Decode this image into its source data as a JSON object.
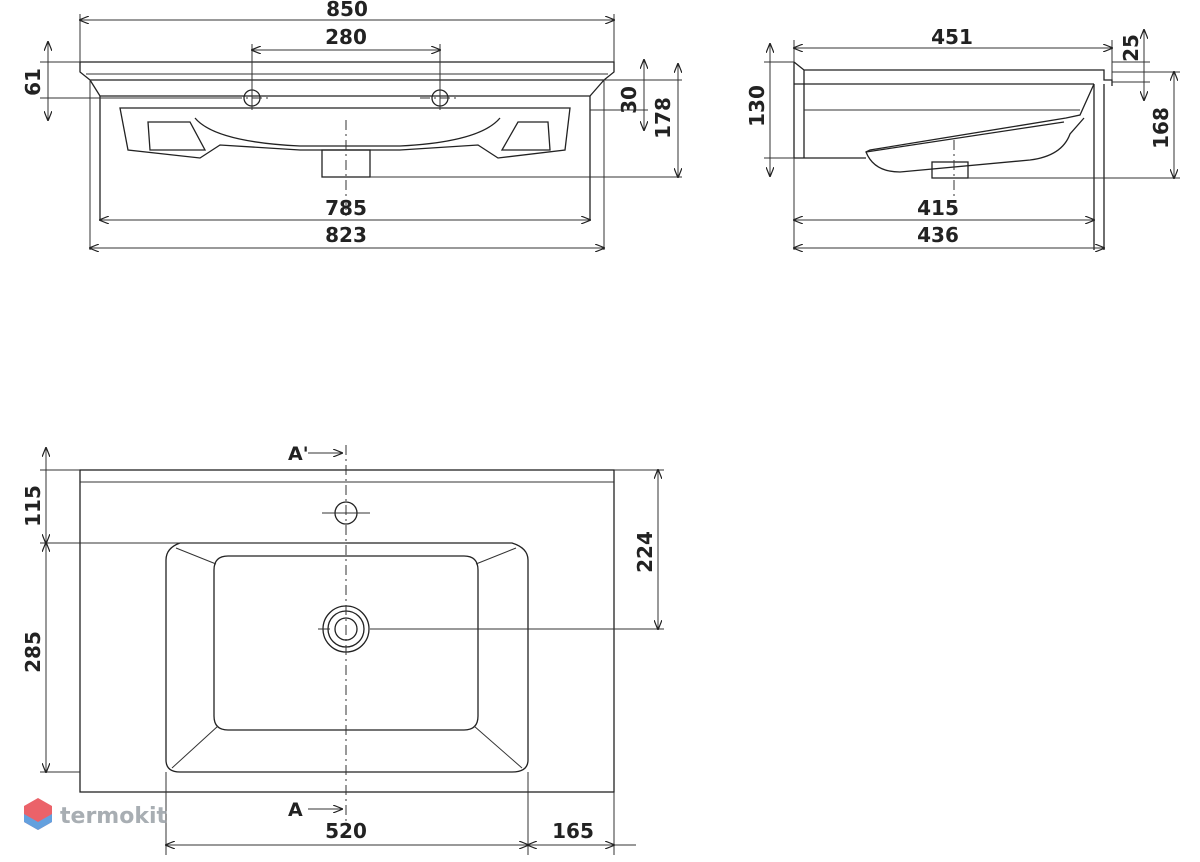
{
  "front_view": {
    "overall_width": "850",
    "tap_spacing": "280",
    "top_thickness": "61",
    "bowl_depth": "30",
    "total_height": "178",
    "inner_width": "785",
    "body_width": "823"
  },
  "side_view": {
    "top_depth": "451",
    "lip": "25",
    "height_left": "130",
    "height_right": "168",
    "bottom_depth": "415",
    "base_depth": "436"
  },
  "plan_view": {
    "section_top": "A'",
    "section_bottom": "A",
    "tap_offset": "115",
    "drain_offset": "224",
    "depth": "285",
    "bowl_width": "520",
    "side_width": "165"
  },
  "watermark": {
    "text": "termokit",
    "colors": {
      "top": "#e8474f",
      "bottom": "#4a90d9",
      "text": "#9aa0a6"
    }
  }
}
